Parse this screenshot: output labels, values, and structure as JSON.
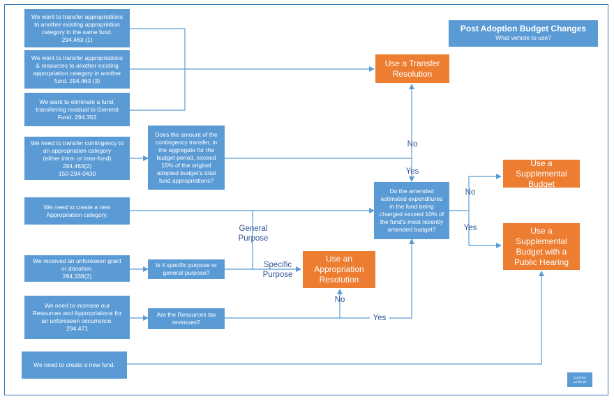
{
  "title": {
    "main": "Post Adoption Budget Changes",
    "sub": "What vehicle to use?"
  },
  "scenarios": {
    "transfer_same_fund": [
      "We want to transfer appropriations",
      "to another existing appropriation",
      "category in the same fund.",
      "294.463 (1)"
    ],
    "transfer_another_fund": [
      "We want to transfer appropriations",
      "& resources to another existing",
      "appropriation category in another",
      "fund.  294.463 (3)"
    ],
    "eliminate_fund": [
      "We want to eliminate a fund,",
      "transferring residual to General",
      "Fund. 294.353"
    ],
    "contingency": [
      "We need to transfer contingency to",
      "an appropriation category",
      "(either intra- or inter-fund)",
      "294.463(2)",
      "150-294-0430"
    ],
    "new_category": [
      "We need to create a new",
      "Appropriation category."
    ],
    "grant": [
      "We received an unforeseen grant",
      "or donation.",
      "294.338(2)"
    ],
    "increase_resources": [
      "We need to  increase our",
      "Resources and Appropriations for",
      "an unforeseen occurrence.",
      "294.471"
    ],
    "new_fund": [
      "We need to create a new fund."
    ]
  },
  "questions": {
    "contingency_amount": [
      "Does the amount of the",
      "contingency transfer, in",
      "the aggregate for the",
      "budget period, exceed",
      "15% of the original",
      "adopted budget's total",
      "fund appropriations?"
    ],
    "purpose": [
      "Is it specific purpose or",
      "general purpose?"
    ],
    "tax_revenues": [
      "Are the Resources tax",
      "revenues?"
    ],
    "amended_expenditures": [
      "Do the amended",
      "estimated expenditures",
      "in the fund being",
      "changed exceed 10% of",
      "the fund's most recently",
      "amended budget?"
    ]
  },
  "outcomes": {
    "transfer_resolution": [
      "Use a Transfer",
      "Resolution"
    ],
    "supplemental_budget": [
      "Use a Supplemental",
      "Budget"
    ],
    "supplemental_hearing": [
      "Use a Supplemental",
      "Budget with a",
      "Public Hearing"
    ],
    "appropriation_resolution": [
      "Use an",
      "Appropriation",
      "Resolution"
    ]
  },
  "labels": {
    "no_transfer": "No",
    "yes_contingency": "Yes",
    "no_supplemental": "No",
    "yes_hearing": "Yes",
    "general_purpose": [
      "General",
      "Purpose"
    ],
    "specific_purpose": [
      "Specific",
      "Purpose"
    ],
    "no_tax": "No",
    "yes_tax": "Yes"
  },
  "stamp": [
    "CUSTEC",
    "12-08-16"
  ],
  "colors": {
    "box_blue": "#5b9bd5",
    "outcome_orange": "#ed7d31",
    "line_blue": "#5b9bd5",
    "label_blue": "#2f5597"
  }
}
